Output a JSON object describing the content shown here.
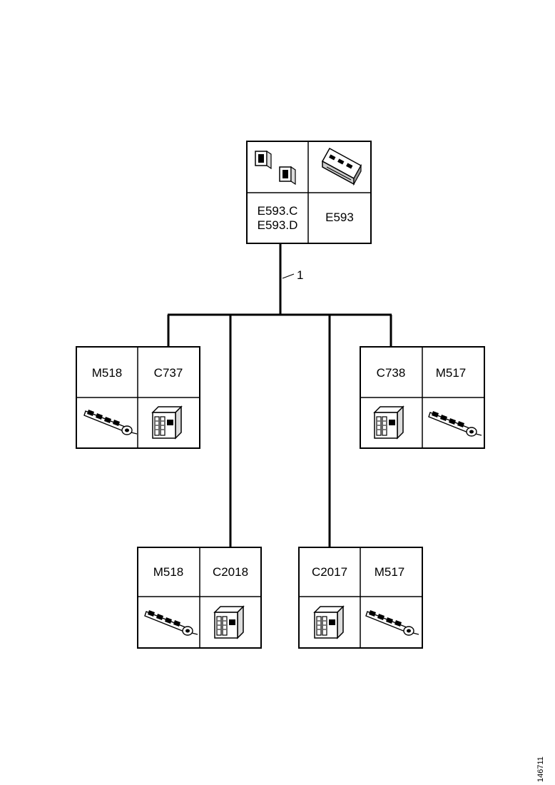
{
  "top_module": {
    "labels": [
      "E593.C",
      "E593.D",
      "E593"
    ],
    "icons": [
      "switch-pair-icon",
      "control-module-icon"
    ]
  },
  "harness": {
    "callout": "1"
  },
  "branches": [
    {
      "id": "left-upper",
      "motor": "M518",
      "connector": "C737"
    },
    {
      "id": "right-upper",
      "motor": "M517",
      "connector": "C738"
    },
    {
      "id": "left-lower",
      "motor": "M518",
      "connector": "C2018"
    },
    {
      "id": "right-lower",
      "motor": "M517",
      "connector": "C2017"
    }
  ],
  "figure_number": "146711",
  "icon_names": [
    "motor-icon",
    "connector-icon"
  ]
}
